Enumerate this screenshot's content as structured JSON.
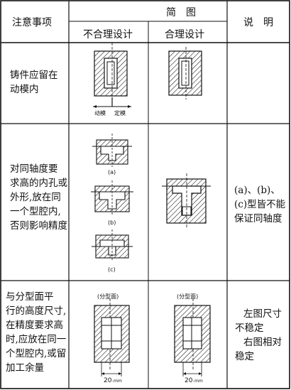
{
  "header": {
    "col1": "注意事项",
    "figure": "简　图",
    "bad": "不合理设计",
    "good": "合理设计",
    "desc": "说　明"
  },
  "rows": [
    {
      "note": [
        "铸件应留在",
        "动模内"
      ],
      "labels": [
        "动模",
        "定模"
      ],
      "desc": []
    },
    {
      "note": [
        "对同轴度要",
        "求高的内孔或",
        "外形,放在同",
        "一个型腔内,",
        "否则影响精度"
      ],
      "labels": [
        "(a)",
        "(b)",
        "(c)"
      ],
      "desc": [
        "(a)、(b)、",
        "(c)型皆不能",
        "保证同轴度"
      ]
    },
    {
      "note": [
        "与分型面平",
        "行的高度尺寸,",
        "在精度要求高",
        "时,应放在同一",
        "个型腔内,或留",
        "加工余量"
      ],
      "labels": [
        "(分型面)",
        "(分型面)",
        "20",
        "-mm",
        "20",
        "-mm"
      ],
      "desc": [
        "左图尺寸",
        "不稳定",
        "右图相对",
        "稳定"
      ]
    }
  ]
}
